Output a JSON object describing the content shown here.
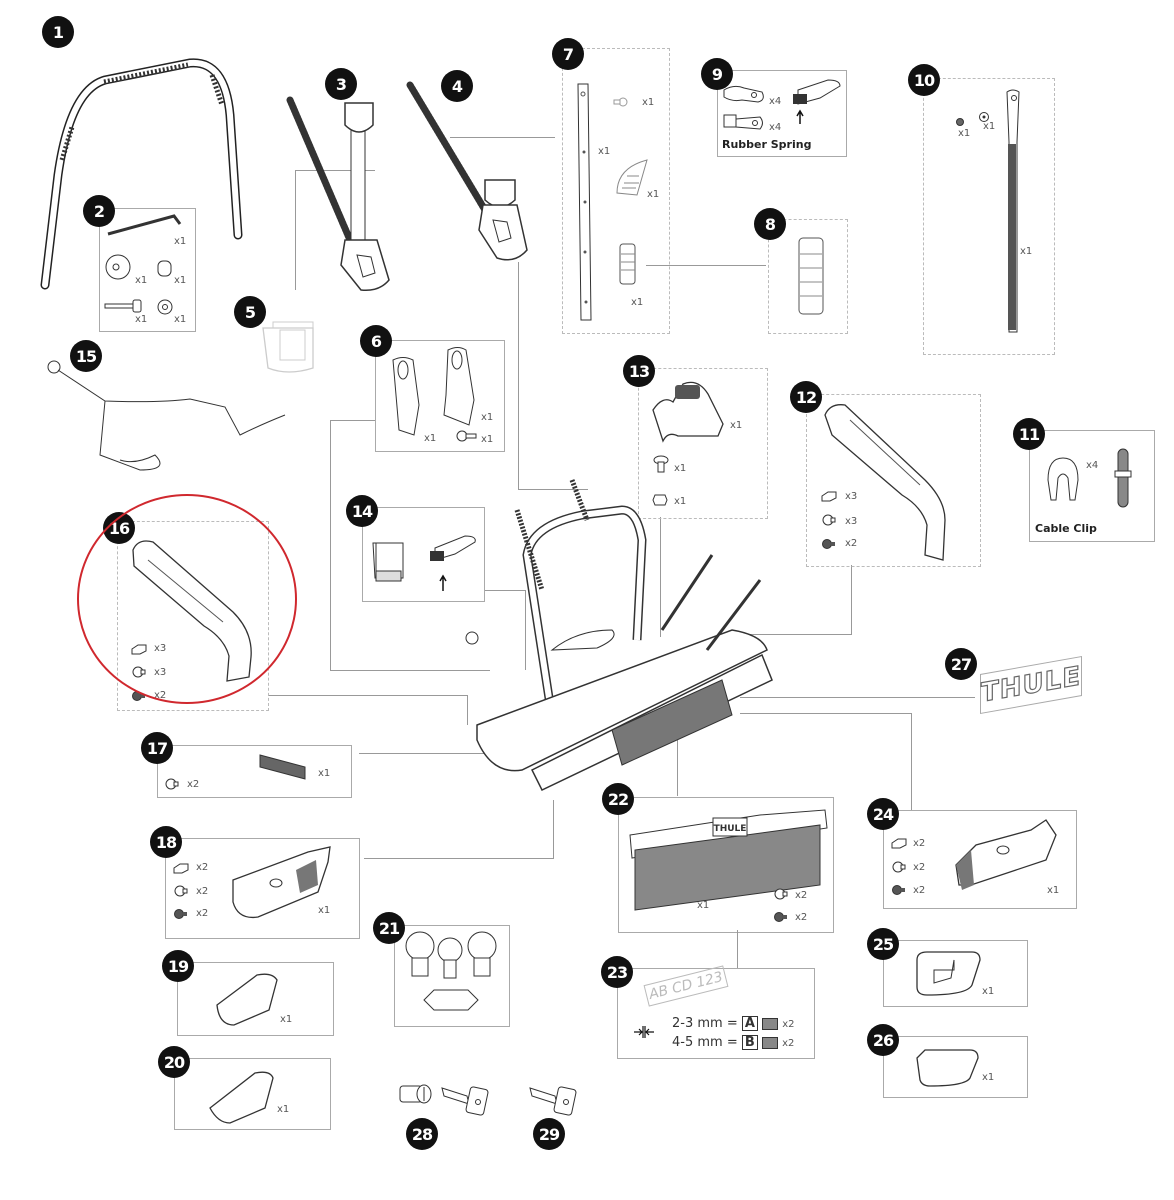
{
  "diagram": {
    "title": "Thule bike carrier spare parts exploded view",
    "brand_logo_text": "THULE",
    "highlight_color": "#d0282e",
    "highlighted_part": "16",
    "parts": {
      "p1": {
        "number": "1",
        "name": "bike-arch"
      },
      "p2": {
        "number": "2",
        "name": "arch-hardware-kit",
        "qty": [
          "x1",
          "x1",
          "x1",
          "x1",
          "x1"
        ]
      },
      "p3": {
        "number": "3",
        "name": "frame-holder-long"
      },
      "p4": {
        "number": "4",
        "name": "frame-holder-short"
      },
      "p5": {
        "number": "5",
        "name": "frame-holder-sleeve"
      },
      "p6": {
        "number": "6",
        "name": "arch-hinge-covers",
        "qty": [
          "x1",
          "x1",
          "x1"
        ]
      },
      "p7": {
        "number": "7",
        "name": "arch-strap-kit",
        "qty": [
          "x1",
          "x1",
          "x1",
          "x1"
        ]
      },
      "p8": {
        "number": "8",
        "name": "strap-pad"
      },
      "p9": {
        "number": "9",
        "name": "rubber-spring-kit",
        "qty": [
          "x4",
          "x4"
        ],
        "label": "Rubber Spring"
      },
      "p10": {
        "number": "10",
        "name": "wheel-strap",
        "qty": [
          "x1",
          "x1",
          "x1"
        ]
      },
      "p11": {
        "number": "11",
        "name": "cable-clip",
        "qty": [
          "x4"
        ],
        "label": "Cable Clip"
      },
      "p12": {
        "number": "12",
        "name": "right-frame-cover",
        "qty": [
          "x3",
          "x3",
          "x2"
        ]
      },
      "p13": {
        "number": "13",
        "name": "tilt-pedal",
        "qty": [
          "x1",
          "x1",
          "x1"
        ]
      },
      "p14": {
        "number": "14",
        "name": "strap-buckle"
      },
      "p15": {
        "number": "15",
        "name": "wiring-harness"
      },
      "p16": {
        "number": "16",
        "name": "left-frame-cover",
        "qty": [
          "x3",
          "x3",
          "x2"
        ]
      },
      "p17": {
        "number": "17",
        "name": "reflector-panel",
        "qty": [
          "x2",
          "x1"
        ]
      },
      "p18": {
        "number": "18",
        "name": "left-light-housing",
        "qty": [
          "x2",
          "x2",
          "x2",
          "x1"
        ]
      },
      "p19": {
        "number": "19",
        "name": "left-lens-cover",
        "qty": [
          "x1"
        ]
      },
      "p20": {
        "number": "20",
        "name": "left-lens",
        "qty": [
          "x1"
        ]
      },
      "p21": {
        "number": "21",
        "name": "bulb-set"
      },
      "p22": {
        "number": "22",
        "name": "license-plate-holder",
        "qty": [
          "x1",
          "x2",
          "x2"
        ]
      },
      "p23": {
        "number": "23",
        "name": "plate-spacers",
        "plate": "AB CD 123",
        "rows": [
          {
            "range": "2-3 mm =",
            "letter": "A",
            "qty": "x2"
          },
          {
            "range": "4-5 mm =",
            "letter": "B",
            "qty": "x2"
          }
        ]
      },
      "p24": {
        "number": "24",
        "name": "right-light-housing",
        "qty": [
          "x2",
          "x2",
          "x2",
          "x1"
        ]
      },
      "p25": {
        "number": "25",
        "name": "right-lens-cover",
        "qty": [
          "x1"
        ]
      },
      "p26": {
        "number": "26",
        "name": "right-lens",
        "qty": [
          "x1"
        ]
      },
      "p27": {
        "number": "27",
        "name": "thule-logo-badge"
      },
      "p28": {
        "number": "28",
        "name": "lock-cylinder-with-key"
      },
      "p29": {
        "number": "29",
        "name": "spare-key"
      }
    }
  }
}
